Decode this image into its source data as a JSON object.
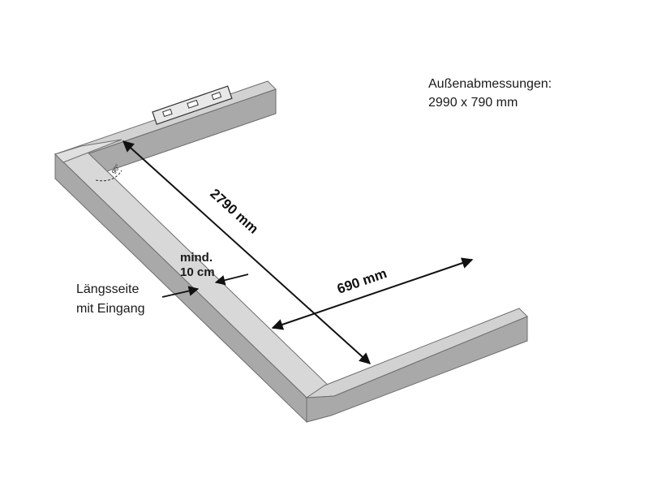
{
  "outer_dimensions": {
    "title": "Außenabmessungen:",
    "value": "2990 x 790 mm"
  },
  "dimensions": {
    "long_inner": "2790 mm",
    "short_inner": "690 mm",
    "min_distance_line1": "mind.",
    "min_distance_line2": "10 cm",
    "angle": "90°"
  },
  "long_side_label": {
    "line1": "Längsseite",
    "line2": "mit Eingang"
  },
  "colors": {
    "frame_top": "#d2d2d2",
    "frame_side": "#a9a9a9",
    "frame_edge": "#6e6e6e",
    "arrow": "#111111"
  },
  "icons": {
    "spirit_level": "spirit-level-icon"
  }
}
